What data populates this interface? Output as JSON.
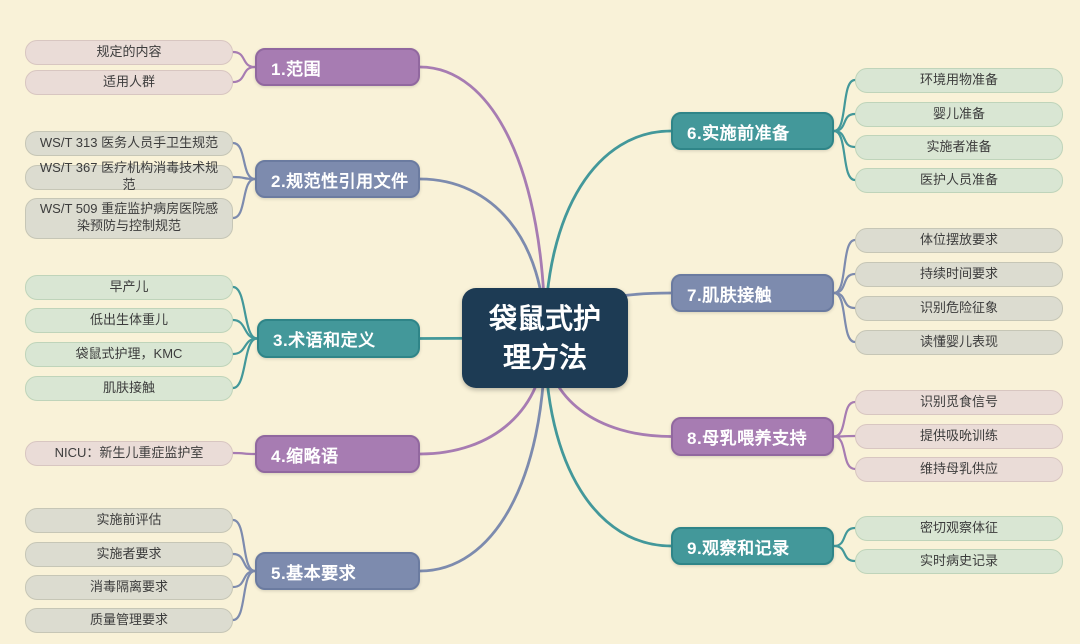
{
  "central": {
    "label": "袋鼠式护理方法"
  },
  "branches": [
    {
      "label": "1.范围",
      "color": "purple",
      "side": "left",
      "children": [
        "规定的内容",
        "适用人群"
      ]
    },
    {
      "label": "2.规范性引用文件",
      "color": "slate",
      "side": "left",
      "children": [
        "WS/T 313 医务人员手卫生规范",
        "WS/T 367 医疗机构消毒技术规范",
        "WS/T 509 重症监护病房医院感染预防与控制规范"
      ]
    },
    {
      "label": "3.术语和定义",
      "color": "teal",
      "side": "left",
      "children": [
        "早产儿",
        "低出生体重儿",
        "袋鼠式护理，KMC",
        "肌肤接触"
      ]
    },
    {
      "label": "4.缩略语",
      "color": "purple",
      "side": "left",
      "children": [
        "NICU：新生儿重症监护室"
      ]
    },
    {
      "label": "5.基本要求",
      "color": "slate",
      "side": "left",
      "children": [
        "实施前评估",
        "实施者要求",
        "消毒隔离要求",
        "质量管理要求"
      ]
    },
    {
      "label": "6.实施前准备",
      "color": "teal",
      "side": "right",
      "children": [
        "环境用物准备",
        "婴儿准备",
        "实施者准备",
        "医护人员准备"
      ]
    },
    {
      "label": "7.肌肤接触",
      "color": "slate",
      "side": "right",
      "children": [
        "体位摆放要求",
        "持续时间要求",
        "识别危险征象",
        "读懂婴儿表现"
      ]
    },
    {
      "label": "8.母乳喂养支持",
      "color": "purple",
      "side": "right",
      "children": [
        "识别觅食信号",
        "提供吸吮训练",
        "维持母乳供应"
      ]
    },
    {
      "label": "9.观察和记录",
      "color": "teal",
      "side": "right",
      "children": [
        "密切观察体征",
        "实时病史记录"
      ]
    }
  ],
  "palette": {
    "background": "#f9f2d8",
    "central_fill": "#1d3b54",
    "central_text": "#ffffff",
    "purple": "#a77cb2",
    "purple_border": "#91689f",
    "slate": "#7d8bae",
    "slate_border": "#6b7ba0",
    "teal": "#43989a",
    "teal_border": "#2f8588",
    "leaf_pink": "#eadcd7",
    "leaf_pink_border": "#d8c6c1",
    "leaf_gray": "#dcdcd0",
    "leaf_gray_border": "#c6c6b6",
    "leaf_green": "#d9e6d3",
    "leaf_green_border": "#bfd4ba",
    "leaf_text": "#3c3c3c"
  }
}
